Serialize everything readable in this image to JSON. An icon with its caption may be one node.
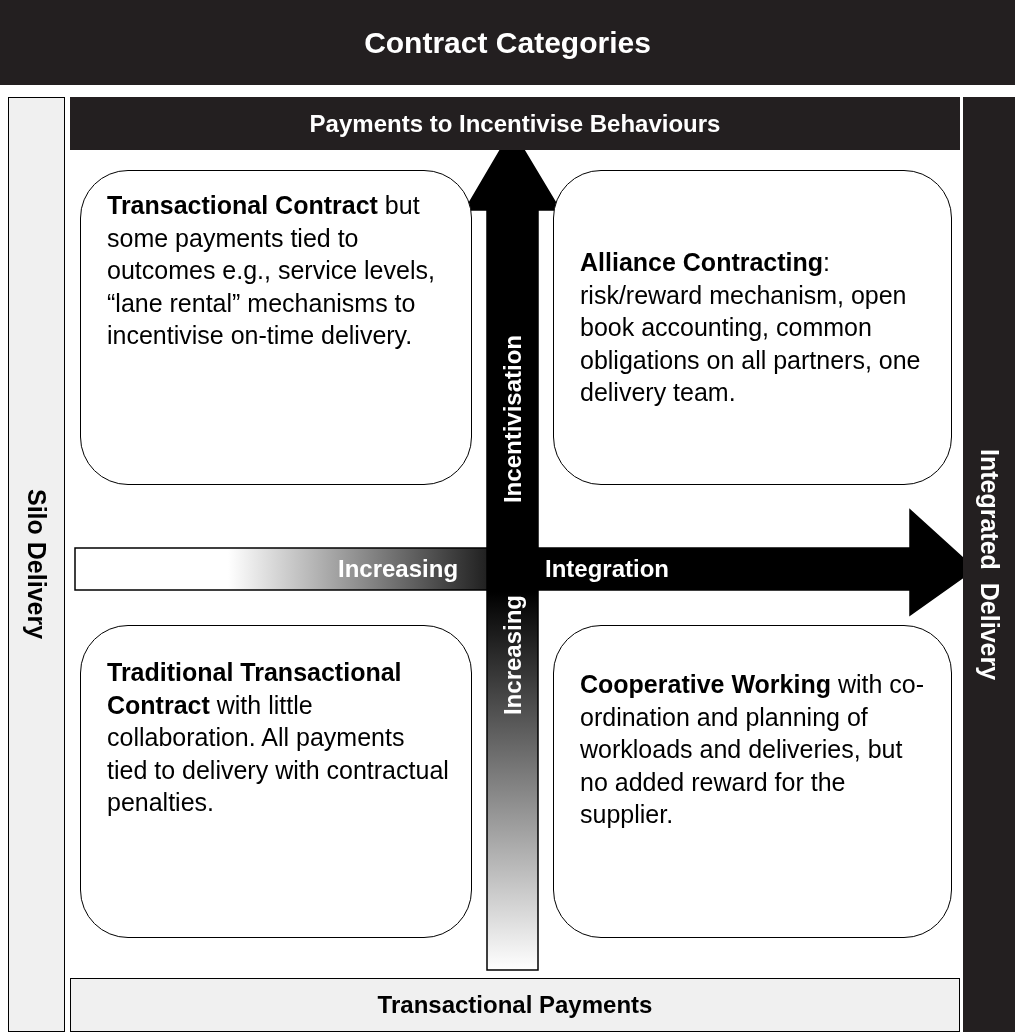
{
  "diagram": {
    "title": "Contract Categories",
    "nodes": [
      {
        "text": [
          "Payments to Incentivise Behaviours"
        ]
      },
      {
        "text": [
          "Silo Delivery"
        ]
      },
      {
        "text": [
          "**Transactional Contract** but some payments tied to outcomes e.g., service levels, “lane rental” mechanisms to incentivise on-time delivery."
        ]
      },
      {
        "text": [
          "**Alliance Contracting**: risk/reward mechanism, open book accounting, common obligations on all partners, one delivery team."
        ]
      },
      {
        "text": [
          "Integrated Delivery"
        ]
      },
      {
        "text": [
          "**Traditional Transactional Contract** with little collaboration. All payments tied to delivery with contractual penalties."
        ]
      },
      {
        "text": [
          "**Cooperative Working** with co-ordination and planning of workloads and deliveries, but no added reward for the supplier."
        ]
      },
      {
        "text": [
          "Transactional Payments"
        ]
      }
    ],
    "labels": [
      "Incentivisation",
      "Increasing",
      "Integration",
      "Increasing"
    ]
  }
}
